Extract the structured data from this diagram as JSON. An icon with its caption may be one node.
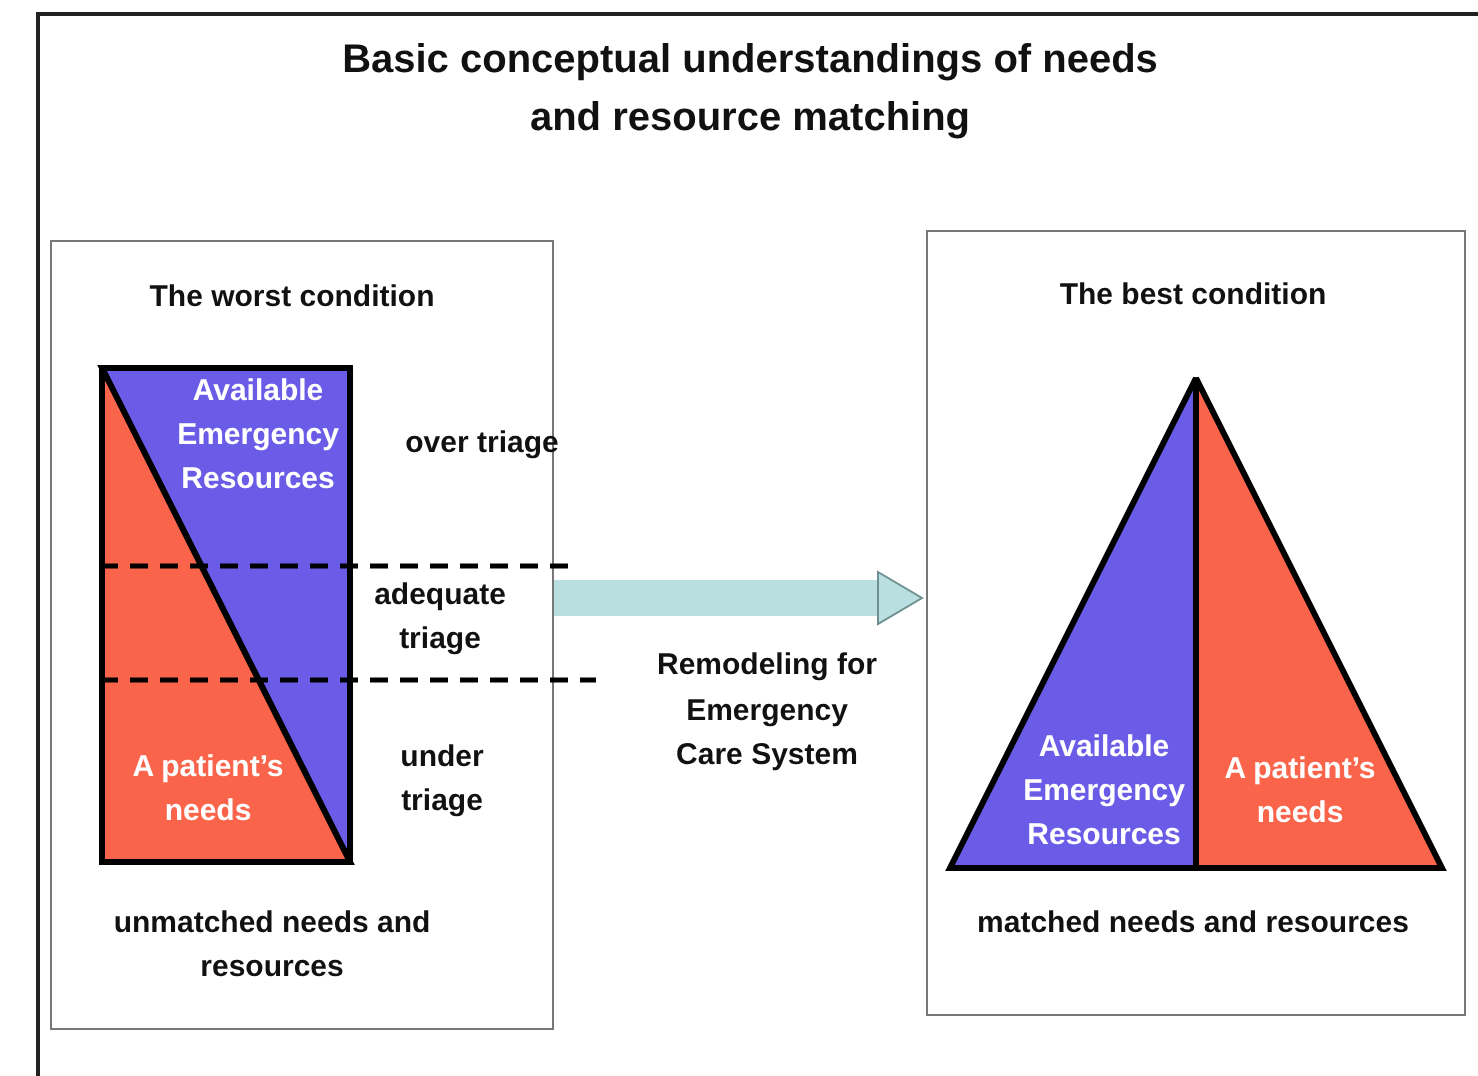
{
  "diagram": {
    "title": "Basic conceptual understandings of needs and resource matching",
    "nodes": [
      {
        "text": [
          "The worst condition",
          "unmatched needs and resources"
        ]
      },
      {
        "text": [
          "Available Emergency Resources"
        ],
        "in": 0
      },
      {
        "text": [
          "A patient’s needs"
        ],
        "in": 0
      },
      {
        "text": [
          "The best condition",
          "matched needs and resources"
        ]
      },
      {
        "text": [
          "Available Emergency Resources"
        ],
        "in": 3
      },
      {
        "text": [
          "A patient’s needs"
        ],
        "in": 3
      }
    ],
    "edges": [
      {
        "from": 0,
        "to": 3,
        "arrow": "to",
        "label": "Remodeling for Emergency Care System"
      }
    ],
    "labels": [
      "over triage",
      "adequate triage",
      "under triage"
    ]
  }
}
